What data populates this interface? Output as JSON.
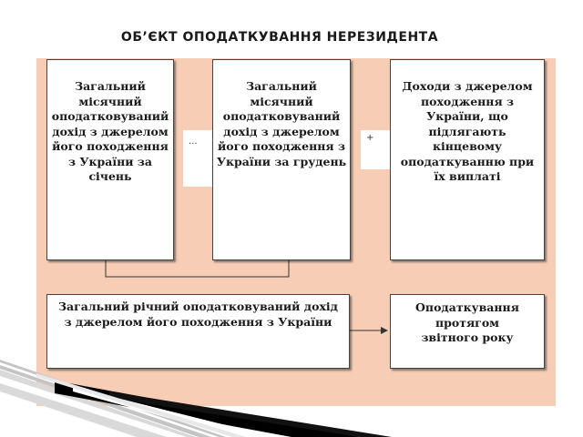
{
  "title": "ОБ’ЄКТ ОПОДАТКУВАННЯ НЕРЕЗИДЕНТА",
  "boxes": {
    "january": "Загальний місячний оподатковуваний дохід з джерелом його походження з України за січень",
    "december": "Загальний місячний оподатковуваний дохід з джерелом його походження з України за грудень",
    "final_tax_income": "Доходи з джерелом походження з України, що підлягають кінцевому оподаткуванню при їх виплаті",
    "annual": "Загальний річний оподатковуваний дохід з джерелом його походження з України",
    "taxation": "Оподаткування протягом звітного року"
  },
  "operators": {
    "ellipsis": "...",
    "plus": "+"
  },
  "colors": {
    "panel": "#f7cdb5",
    "box": "#ffffff",
    "line": "#333333"
  }
}
